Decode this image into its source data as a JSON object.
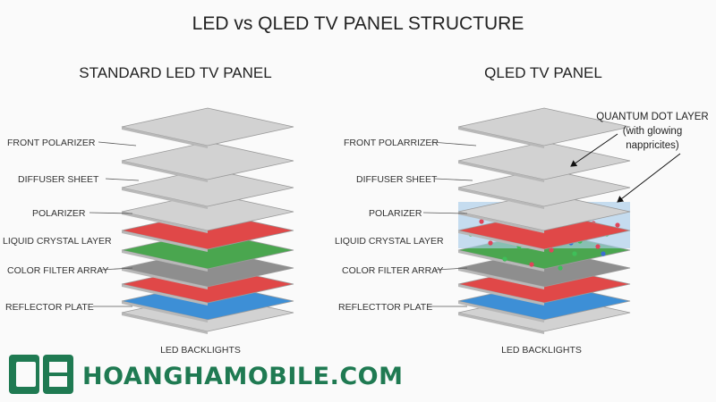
{
  "title": "LED vs QLED TV PANEL STRUCTURE",
  "left_panel": {
    "heading": "STANDARD LED TV PANEL",
    "labels": [
      "FRONT POLARIZER",
      "DIFFUSER SHEET",
      "POLARIZER",
      "LIQUID CRYSTAL LAYER",
      "COLOR FILTER ARRAY",
      "REFLECTOR PLATE"
    ],
    "bottom_label": "LED BACKLIGHTS"
  },
  "right_panel": {
    "heading": "QLED TV PANEL",
    "labels": [
      "FRONT POLARRIZER",
      "DIFFUSER SHEET",
      "POLARIZER",
      "LIQUID CRYSTAL LAYER",
      "COLOR FILTER ARRAY",
      "REFLECTTOR PLATE"
    ],
    "bottom_label": "LED BACKLIGHTS",
    "callout": {
      "line1": "QUANTUM DOT LAYER",
      "line2": "(with glowing",
      "line3": "nappricites)"
    }
  },
  "logo": {
    "text": "HOANGHAMOBILE.COM",
    "icon": "logo-mark-icon"
  },
  "colors": {
    "gray_layer": "#d2d2d2",
    "red_layer": "#e04848",
    "green_layer": "#4aa64f",
    "blue_layer": "#3d8fd6",
    "dark_gray_layer": "#8e8e8e",
    "qd_layer": "#a9cdea",
    "brand": "#1f7a52"
  }
}
